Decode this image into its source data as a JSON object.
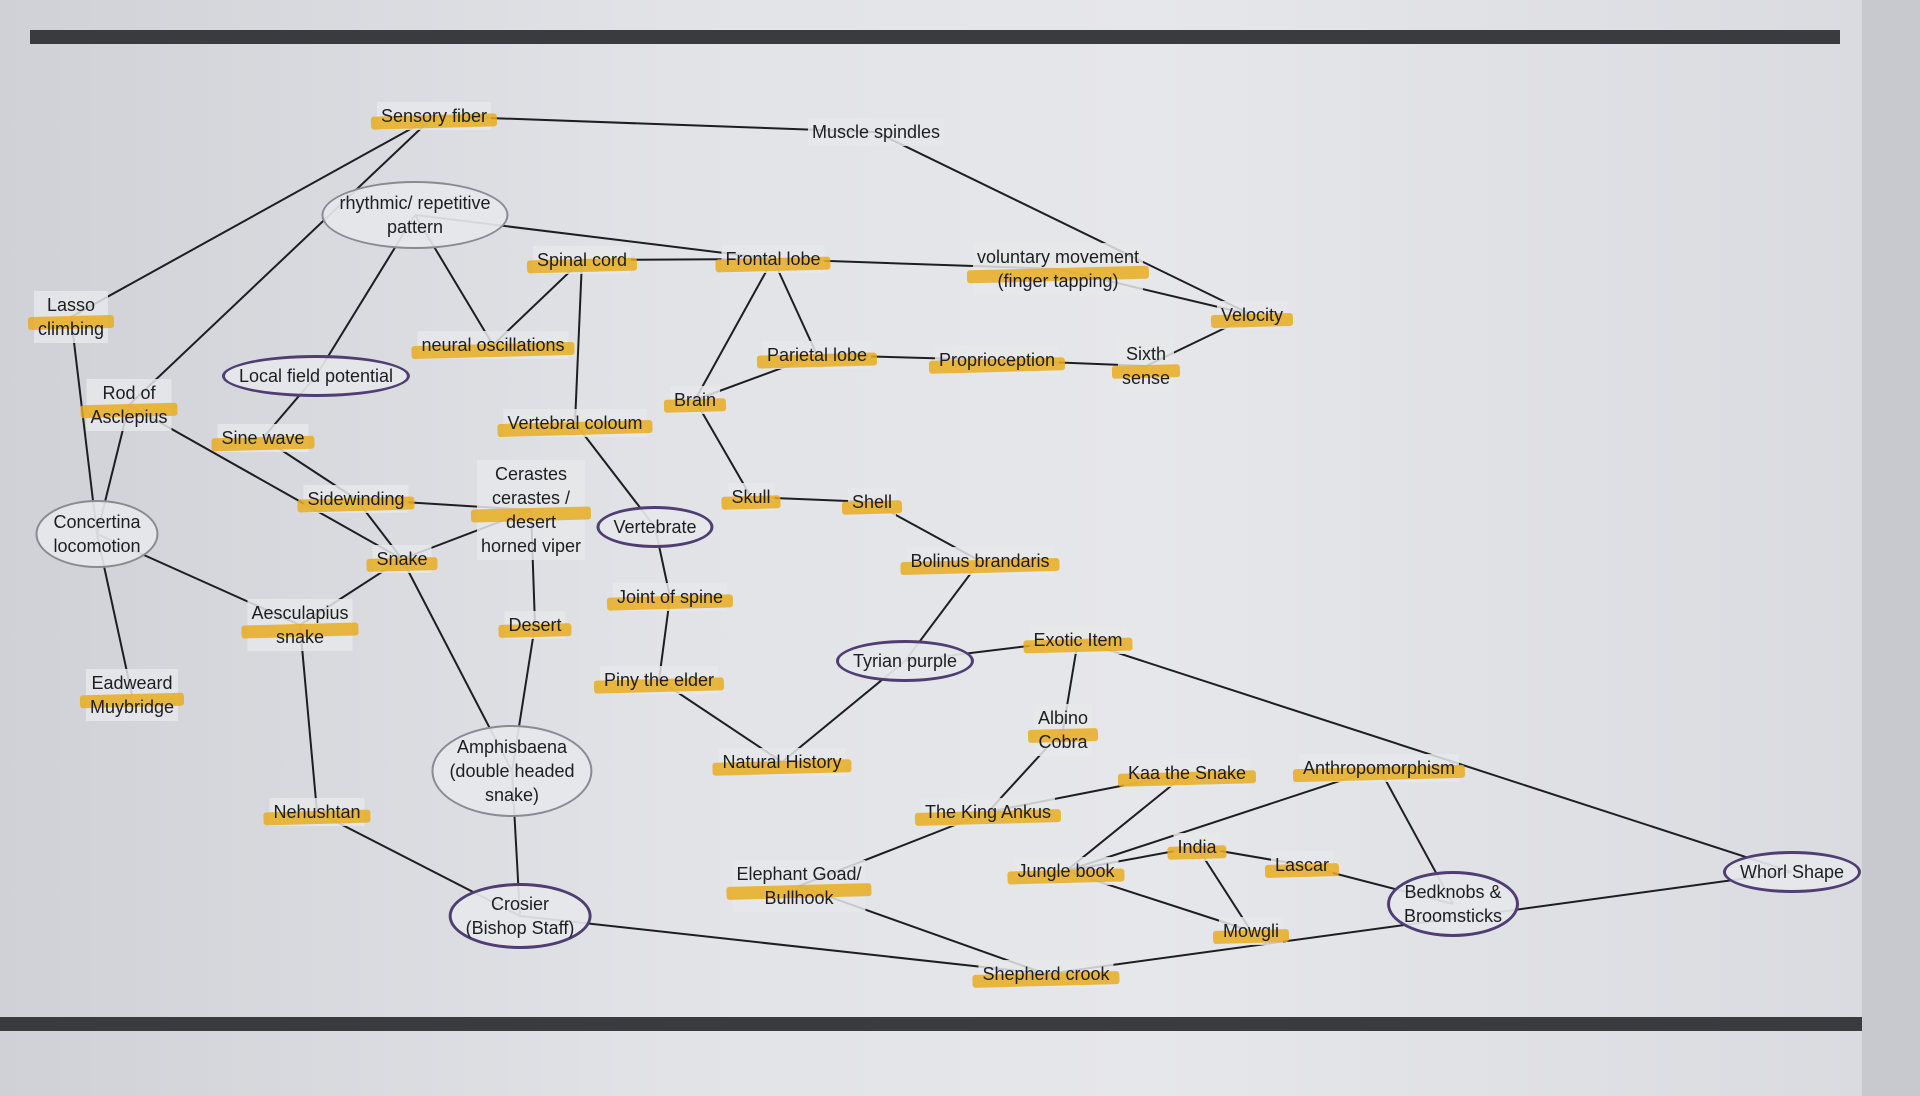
{
  "nodes": [
    {
      "id": "sensory_fiber",
      "label": [
        "Sensory fiber"
      ],
      "hl": true
    },
    {
      "id": "muscle_spindles",
      "label": [
        "Muscle spindles"
      ],
      "hl": false
    },
    {
      "id": "rhythmic",
      "label": [
        "rhythmic/ repetitive",
        "pattern"
      ],
      "hl": false,
      "circle": "gray"
    },
    {
      "id": "spinal_cord",
      "label": [
        "Spinal cord"
      ],
      "hl": true
    },
    {
      "id": "frontal_lobe",
      "label": [
        "Frontal lobe"
      ],
      "hl": true
    },
    {
      "id": "voluntary",
      "label": [
        "voluntary movement",
        "(finger tapping)"
      ],
      "hl": true
    },
    {
      "id": "velocity",
      "label": [
        "Velocity"
      ],
      "hl": true
    },
    {
      "id": "lasso",
      "label": [
        "Lasso",
        "climbing"
      ],
      "hl": true
    },
    {
      "id": "neural_osc",
      "label": [
        "neural oscillations"
      ],
      "hl": true
    },
    {
      "id": "parietal",
      "label": [
        "Parietal lobe"
      ],
      "hl": true
    },
    {
      "id": "proprioception",
      "label": [
        "Proprioception"
      ],
      "hl": true
    },
    {
      "id": "sixth_sense",
      "label": [
        "Sixth",
        "sense"
      ],
      "hl": true
    },
    {
      "id": "lfp",
      "label": [
        "Local field potential"
      ],
      "hl": false,
      "circle": "purple"
    },
    {
      "id": "rod",
      "label": [
        "Rod of",
        "Asclepius"
      ],
      "hl": true
    },
    {
      "id": "brain",
      "label": [
        "Brain"
      ],
      "hl": true
    },
    {
      "id": "vertebral",
      "label": [
        "Vertebral coloum"
      ],
      "hl": true
    },
    {
      "id": "sine_wave",
      "label": [
        "Sine wave"
      ],
      "hl": true
    },
    {
      "id": "cerastes",
      "label": [
        "Cerastes",
        "cerastes /",
        "desert",
        "horned viper"
      ],
      "hl": true
    },
    {
      "id": "sidewinding",
      "label": [
        "Sidewinding"
      ],
      "hl": true
    },
    {
      "id": "skull",
      "label": [
        "Skull"
      ],
      "hl": true
    },
    {
      "id": "shell",
      "label": [
        "Shell"
      ],
      "hl": true
    },
    {
      "id": "concertina",
      "label": [
        "Concertina",
        "locomotion"
      ],
      "hl": false,
      "circle": "gray"
    },
    {
      "id": "vertebrate",
      "label": [
        "Vertebrate"
      ],
      "hl": false,
      "circle": "purple"
    },
    {
      "id": "snake",
      "label": [
        "Snake"
      ],
      "hl": true
    },
    {
      "id": "bolinus",
      "label": [
        "Bolinus brandaris"
      ],
      "hl": true
    },
    {
      "id": "joint_spine",
      "label": [
        "Joint of spine"
      ],
      "hl": true
    },
    {
      "id": "aesculapius",
      "label": [
        "Aesculapius",
        "snake"
      ],
      "hl": true
    },
    {
      "id": "desert",
      "label": [
        "Desert"
      ],
      "hl": true
    },
    {
      "id": "exotic",
      "label": [
        "Exotic Item"
      ],
      "hl": true
    },
    {
      "id": "tyrian",
      "label": [
        "Tyrian purple"
      ],
      "hl": false,
      "circle": "purple"
    },
    {
      "id": "eadweard",
      "label": [
        "Eadweard",
        "Muybridge"
      ],
      "hl": true
    },
    {
      "id": "piny",
      "label": [
        "Piny the elder"
      ],
      "hl": true
    },
    {
      "id": "albino",
      "label": [
        "Albino",
        "Cobra"
      ],
      "hl": true
    },
    {
      "id": "amphisbaena",
      "label": [
        "Amphisbaena",
        "(double headed",
        "snake)"
      ],
      "hl": false,
      "circle": "gray"
    },
    {
      "id": "natural_history",
      "label": [
        "Natural History"
      ],
      "hl": true
    },
    {
      "id": "kaa",
      "label": [
        "Kaa the Snake"
      ],
      "hl": true
    },
    {
      "id": "anthropomorphism",
      "label": [
        "Anthropomorphism"
      ],
      "hl": true
    },
    {
      "id": "nehushtan",
      "label": [
        "Nehushtan"
      ],
      "hl": true
    },
    {
      "id": "king_ankus",
      "label": [
        "The King Ankus"
      ],
      "hl": true
    },
    {
      "id": "india",
      "label": [
        "India"
      ],
      "hl": true
    },
    {
      "id": "lascar",
      "label": [
        "Lascar"
      ],
      "hl": true
    },
    {
      "id": "whorl",
      "label": [
        "Whorl Shape"
      ],
      "hl": false,
      "circle": "purple"
    },
    {
      "id": "jungle_book",
      "label": [
        "Jungle book"
      ],
      "hl": true
    },
    {
      "id": "elephant",
      "label": [
        "Elephant Goad/",
        "Bullhook"
      ],
      "hl": true
    },
    {
      "id": "bedknobs",
      "label": [
        "Bedknobs &",
        "Broomsticks"
      ],
      "hl": false,
      "circle": "purple"
    },
    {
      "id": "crosier",
      "label": [
        "Crosier",
        "(Bishop Staff)"
      ],
      "hl": false,
      "circle": "purple"
    },
    {
      "id": "mowgli",
      "label": [
        "Mowgli"
      ],
      "hl": true
    },
    {
      "id": "shepherd",
      "label": [
        "Shepherd crook"
      ],
      "hl": true
    }
  ],
  "edges": [
    [
      "sensory_fiber",
      "muscle_spindles"
    ],
    [
      "sensory_fiber",
      "lasso"
    ],
    [
      "sensory_fiber",
      "rod"
    ],
    [
      "muscle_spindles",
      "velocity"
    ],
    [
      "rhythmic",
      "frontal_lobe"
    ],
    [
      "rhythmic",
      "lfp"
    ],
    [
      "rhythmic",
      "neural_osc"
    ],
    [
      "neural_osc",
      "spinal_cord"
    ],
    [
      "spinal_cord",
      "frontal_lobe"
    ],
    [
      "spinal_cord",
      "vertebral"
    ],
    [
      "frontal_lobe",
      "voluntary"
    ],
    [
      "frontal_lobe",
      "parietal"
    ],
    [
      "frontal_lobe",
      "brain"
    ],
    [
      "voluntary",
      "velocity"
    ],
    [
      "velocity",
      "sixth_sense"
    ],
    [
      "parietal",
      "brain"
    ],
    [
      "parietal",
      "proprioception"
    ],
    [
      "proprioception",
      "sixth_sense"
    ],
    [
      "lasso",
      "concertina"
    ],
    [
      "lfp",
      "sine_wave"
    ],
    [
      "sine_wave",
      "sidewinding"
    ],
    [
      "rod",
      "concertina"
    ],
    [
      "rod",
      "snake"
    ],
    [
      "sidewinding",
      "cerastes"
    ],
    [
      "sidewinding",
      "snake"
    ],
    [
      "cerastes",
      "snake"
    ],
    [
      "cerastes",
      "desert"
    ],
    [
      "brain",
      "skull"
    ],
    [
      "skull",
      "shell"
    ],
    [
      "shell",
      "bolinus"
    ],
    [
      "vertebral",
      "vertebrate"
    ],
    [
      "vertebrate",
      "joint_spine"
    ],
    [
      "joint_spine",
      "piny"
    ],
    [
      "concertina",
      "aesculapius"
    ],
    [
      "concertina",
      "eadweard"
    ],
    [
      "snake",
      "aesculapius"
    ],
    [
      "snake",
      "amphisbaena"
    ],
    [
      "bolinus",
      "tyrian"
    ],
    [
      "tyrian",
      "exotic"
    ],
    [
      "tyrian",
      "natural_history"
    ],
    [
      "piny",
      "natural_history"
    ],
    [
      "desert",
      "amphisbaena"
    ],
    [
      "aesculapius",
      "nehushtan"
    ],
    [
      "exotic",
      "albino"
    ],
    [
      "exotic",
      "whorl"
    ],
    [
      "albino",
      "king_ankus"
    ],
    [
      "amphisbaena",
      "crosier"
    ],
    [
      "nehushtan",
      "crosier"
    ],
    [
      "king_ankus",
      "kaa"
    ],
    [
      "king_ankus",
      "elephant"
    ],
    [
      "kaa",
      "jungle_book"
    ],
    [
      "anthropomorphism",
      "jungle_book"
    ],
    [
      "anthropomorphism",
      "bedknobs"
    ],
    [
      "jungle_book",
      "india"
    ],
    [
      "jungle_book",
      "mowgli"
    ],
    [
      "india",
      "mowgli"
    ],
    [
      "india",
      "lascar"
    ],
    [
      "lascar",
      "bedknobs"
    ],
    [
      "elephant",
      "shepherd"
    ],
    [
      "crosier",
      "shepherd"
    ],
    [
      "shepherd",
      "whorl"
    ]
  ],
  "colors": {
    "ink": "#1d1d22",
    "highlight": "#e7ad20",
    "circle_purple": "#4f3d73",
    "circle_gray": "#8a8a90",
    "rule": "#3a3b3f"
  }
}
